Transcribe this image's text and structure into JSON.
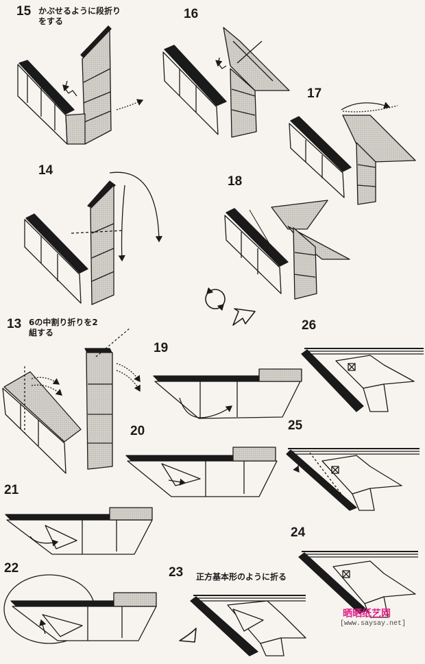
{
  "steps": {
    "s15": {
      "num": "15",
      "caption_line1": "かぶせるように段折り",
      "caption_line2": "をする"
    },
    "s16": {
      "num": "16"
    },
    "s17": {
      "num": "17"
    },
    "s14": {
      "num": "14"
    },
    "s18": {
      "num": "18"
    },
    "s13": {
      "num": "13",
      "caption_line1": "6の中割り折りを2",
      "caption_line2": "組する"
    },
    "s26": {
      "num": "26"
    },
    "s19": {
      "num": "19"
    },
    "s20": {
      "num": "20"
    },
    "s25": {
      "num": "25"
    },
    "s21": {
      "num": "21"
    },
    "s24": {
      "num": "24"
    },
    "s22": {
      "num": "22"
    },
    "s23": {
      "num": "23",
      "caption_line1": "正方基本形のように折る"
    }
  },
  "watermark": {
    "site": "晒晒纸艺网",
    "url": "[www.saysay.net]"
  },
  "colors": {
    "line": "#1a1a1a",
    "paper": "#f7f4ef",
    "shade": "#c9c5bf",
    "watermark": "#e0218a"
  }
}
